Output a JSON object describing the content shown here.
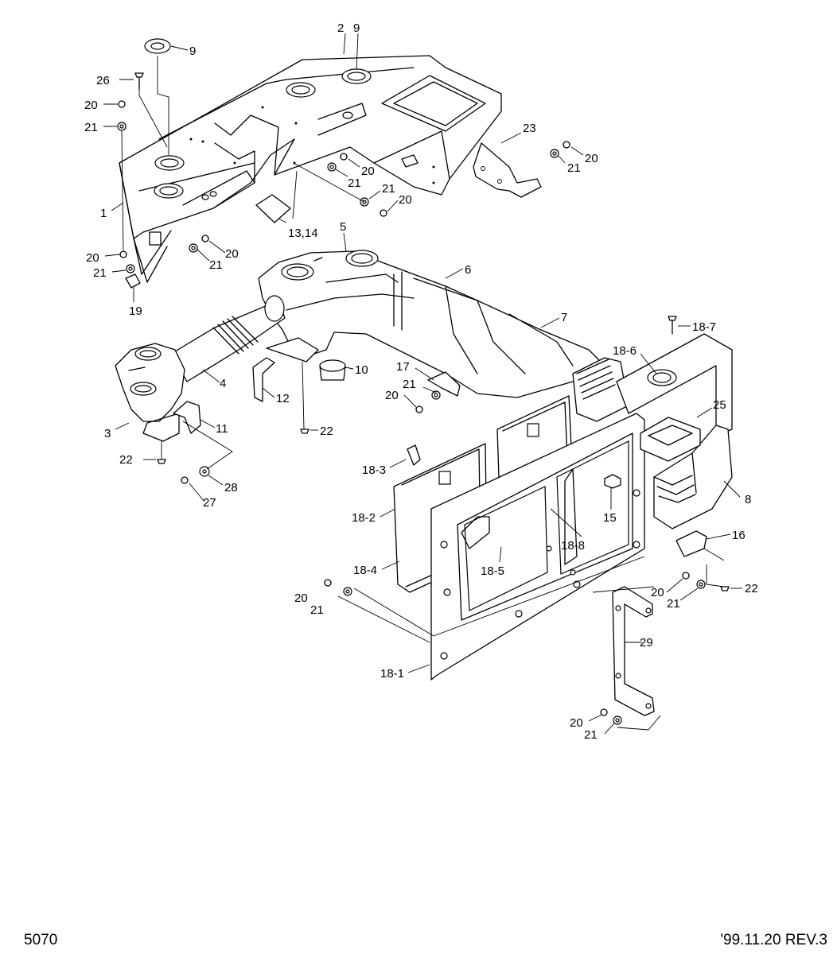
{
  "callouts": [
    {
      "id": "c-2",
      "text": "2"
    },
    {
      "id": "c-9a",
      "text": "9"
    },
    {
      "id": "c-9b",
      "text": "9"
    },
    {
      "id": "c-26",
      "text": "26"
    },
    {
      "id": "c-20a",
      "text": "20"
    },
    {
      "id": "c-21a",
      "text": "21"
    },
    {
      "id": "c-1",
      "text": "1"
    },
    {
      "id": "c-23",
      "text": "23"
    },
    {
      "id": "c-20b",
      "text": "20"
    },
    {
      "id": "c-21b",
      "text": "21"
    },
    {
      "id": "c-20c",
      "text": "20"
    },
    {
      "id": "c-21c",
      "text": "21"
    },
    {
      "id": "c-21d",
      "text": "21"
    },
    {
      "id": "c-20d",
      "text": "20"
    },
    {
      "id": "c-13-14",
      "text": "13,14"
    },
    {
      "id": "c-20e",
      "text": "20"
    },
    {
      "id": "c-21e",
      "text": "21"
    },
    {
      "id": "c-20f",
      "text": "20"
    },
    {
      "id": "c-21f",
      "text": "21"
    },
    {
      "id": "c-19",
      "text": "19"
    },
    {
      "id": "c-5",
      "text": "5"
    },
    {
      "id": "c-6",
      "text": "6"
    },
    {
      "id": "c-7",
      "text": "7"
    },
    {
      "id": "c-18-7",
      "text": "18-7"
    },
    {
      "id": "c-18-6",
      "text": "18-6"
    },
    {
      "id": "c-4",
      "text": "4"
    },
    {
      "id": "c-10",
      "text": "10"
    },
    {
      "id": "c-17",
      "text": "17"
    },
    {
      "id": "c-21g",
      "text": "21"
    },
    {
      "id": "c-20g",
      "text": "20"
    },
    {
      "id": "c-12",
      "text": "12"
    },
    {
      "id": "c-3",
      "text": "3"
    },
    {
      "id": "c-11",
      "text": "11"
    },
    {
      "id": "c-22a",
      "text": "22"
    },
    {
      "id": "c-25",
      "text": "25"
    },
    {
      "id": "c-22b",
      "text": "22"
    },
    {
      "id": "c-18-3",
      "text": "18-3"
    },
    {
      "id": "c-28",
      "text": "28"
    },
    {
      "id": "c-27",
      "text": "27"
    },
    {
      "id": "c-8",
      "text": "8"
    },
    {
      "id": "c-18-2",
      "text": "18-2"
    },
    {
      "id": "c-15",
      "text": "15"
    },
    {
      "id": "c-16",
      "text": "16"
    },
    {
      "id": "c-18-8",
      "text": "18-8"
    },
    {
      "id": "c-18-4",
      "text": "18-4"
    },
    {
      "id": "c-18-5",
      "text": "18-5"
    },
    {
      "id": "c-22c",
      "text": "22"
    },
    {
      "id": "c-20h",
      "text": "20"
    },
    {
      "id": "c-21h",
      "text": "21"
    },
    {
      "id": "c-20i",
      "text": "20"
    },
    {
      "id": "c-21i",
      "text": "21"
    },
    {
      "id": "c-29",
      "text": "29"
    },
    {
      "id": "c-18-1",
      "text": "18-1"
    },
    {
      "id": "c-20j",
      "text": "20"
    },
    {
      "id": "c-21j",
      "text": "21"
    }
  ],
  "footer": {
    "page_code": "5070",
    "revision": "'99.11.20 REV.3"
  }
}
